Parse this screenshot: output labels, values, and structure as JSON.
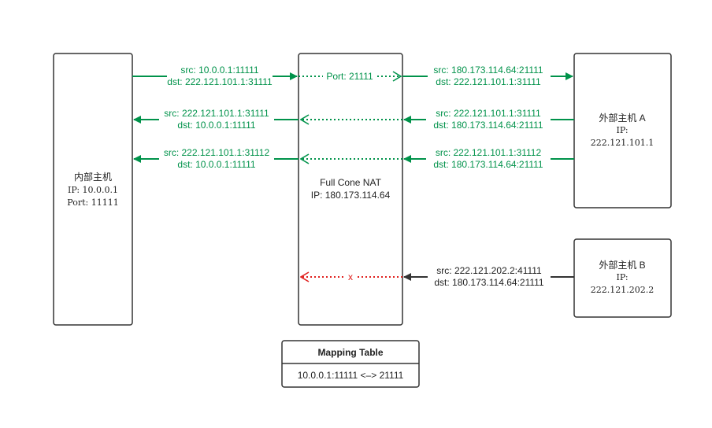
{
  "nodes": {
    "internal_host": {
      "name": "内部主机",
      "ip": "IP: 10.0.0.1",
      "port": "Port: 11111"
    },
    "nat": {
      "name": "Full Cone NAT",
      "ip": "IP: 180.173.114.64"
    },
    "external_a": {
      "name": "外部主机 A",
      "ip_label": "IP:",
      "ip": "222.121.101.1"
    },
    "external_b": {
      "name": "外部主机 B",
      "ip_label": "IP:",
      "ip": "222.121.202.2"
    }
  },
  "flows": {
    "out_left": {
      "src": "src: 10.0.0.1:11111",
      "dst": "dst: 222.121.101.1:31111"
    },
    "out_mid": {
      "label": "Port: 21111"
    },
    "out_right": {
      "src": "src: 180.173.114.64:21111",
      "dst": "dst: 222.121.101.1:31111"
    },
    "reply1_right": {
      "src": "src: 222.121.101.1:31111",
      "dst": "dst: 180.173.114.64:21111"
    },
    "reply1_left": {
      "src": "src: 222.121.101.1:31111",
      "dst": "dst: 10.0.0.1:11111"
    },
    "reply2_right": {
      "src": "src: 222.121.101.1:31112",
      "dst": "dst: 180.173.114.64:21111"
    },
    "reply2_left": {
      "src": "src: 222.121.101.1:31112",
      "dst": "dst: 10.0.0.1:11111"
    },
    "blocked_right": {
      "src": "src: 222.121.202.2:41111",
      "dst": "dst: 180.173.114.64:21111"
    },
    "blocked_mark": {
      "label": "x"
    }
  },
  "mapping_table": {
    "header": "Mapping Table",
    "row": "10.0.0.1:11111 <–> 21111"
  },
  "colors": {
    "allowed": "#00924a",
    "blocked": "#e0201e",
    "neutral": "#333333"
  }
}
